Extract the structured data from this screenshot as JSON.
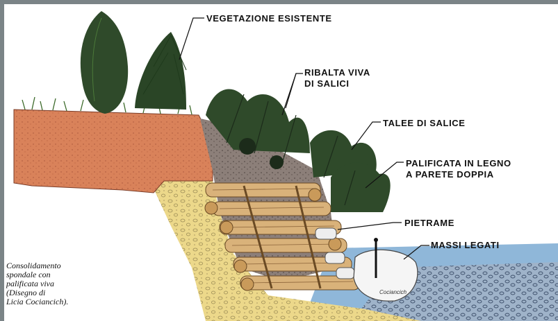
{
  "labels": {
    "vegetazione": "VEGETAZIONE ESISTENTE",
    "ribalta_1": "RIBALTA VIVA",
    "ribalta_2": "DI SALICI",
    "talee": "TALEE DI SALICE",
    "palificata_1": "PALIFICATA IN LEGNO",
    "palificata_2": "A PARETE DOPPIA",
    "pietrame": "PIETRAME",
    "massi": "MASSI LEGATI"
  },
  "caption": "Consolidamento\nspondale con\npalificata viva\n(Disegno di\nLicia Cociancich).",
  "signature": "Cociancich",
  "colors": {
    "frame": "#7b8487",
    "soil": "#d9825a",
    "sand": "#ecd88a",
    "wood": "#d9b27a",
    "water": "#8fb7d9",
    "foliage": "#2f4a2a"
  }
}
